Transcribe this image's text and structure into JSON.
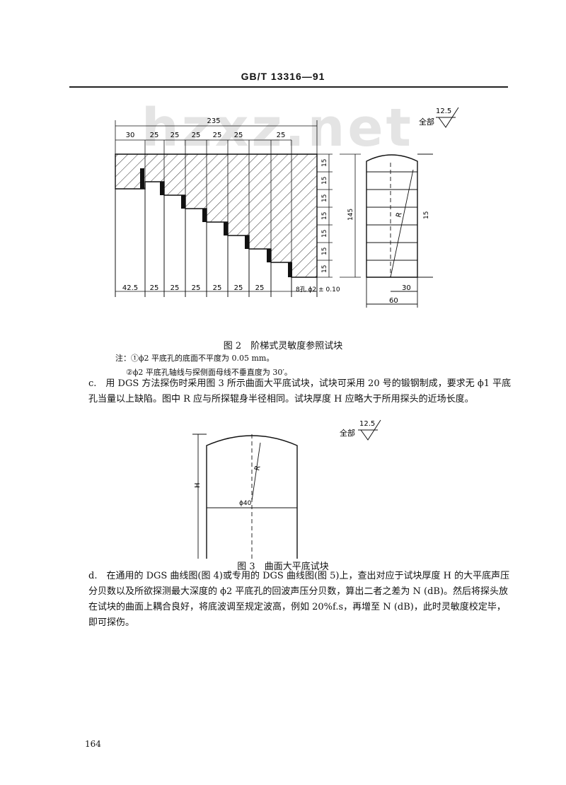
{
  "header": {
    "standard": "GB/T 13316—91"
  },
  "watermark": "hzxz.net",
  "figure2": {
    "top_dims": [
      "235",
      "30",
      "25",
      "25",
      "25",
      "25",
      "25",
      "25"
    ],
    "bottom_dims": [
      "42.5",
      "25",
      "25",
      "25",
      "25",
      "25",
      "25"
    ],
    "hole_note": "8孔 ϕ2 ± 0.10",
    "step_dims": [
      "15",
      "15",
      "15",
      "15",
      "15",
      "15",
      "15"
    ],
    "total_height": "145",
    "right_dims": [
      "30",
      "60"
    ],
    "radius": "R",
    "roughness": {
      "label": "全部",
      "value": "12.5"
    }
  },
  "caption2": "图 2　阶梯式灵敏度参照试块",
  "notes": [
    "注：①ϕ2 平底孔的底面不平度为 0.05 mm。",
    "②ϕ2 平底孔轴线与探侧面母线不垂直度为 30′。"
  ],
  "para_c": "c.　用 DGS 方法探伤时采用图 3 所示曲面大平底试块，试块可采用 20 号的锻钢制成，要求无 ϕ1 平底孔当量以上缺陷。图中 R 应与所探辊身半径相同。试块厚度 H 应略大于所用探头的近场长度。",
  "figure3": {
    "h_label": "H",
    "r_label": "R",
    "dia_label": "ϕ40",
    "roughness": {
      "label": "全部",
      "value": "12.5"
    }
  },
  "caption3": "图 3　曲面大平底试块",
  "para_d": "d.　在通用的 DGS 曲线图(图 4)或专用的 DGS 曲线图(图 5)上，查出对应于试块厚度 H 的大平底声压分贝数以及所欲探测最大深度的 ϕ2 平底孔的回波声压分贝数，算出二者之差为 N (dB)。然后将探头放在试块的曲面上耦合良好，将底波调至规定波高，例如 20%f.s，再增至 N (dB)，此时灵敏度校定毕，即可探伤。",
  "page_number": "164"
}
